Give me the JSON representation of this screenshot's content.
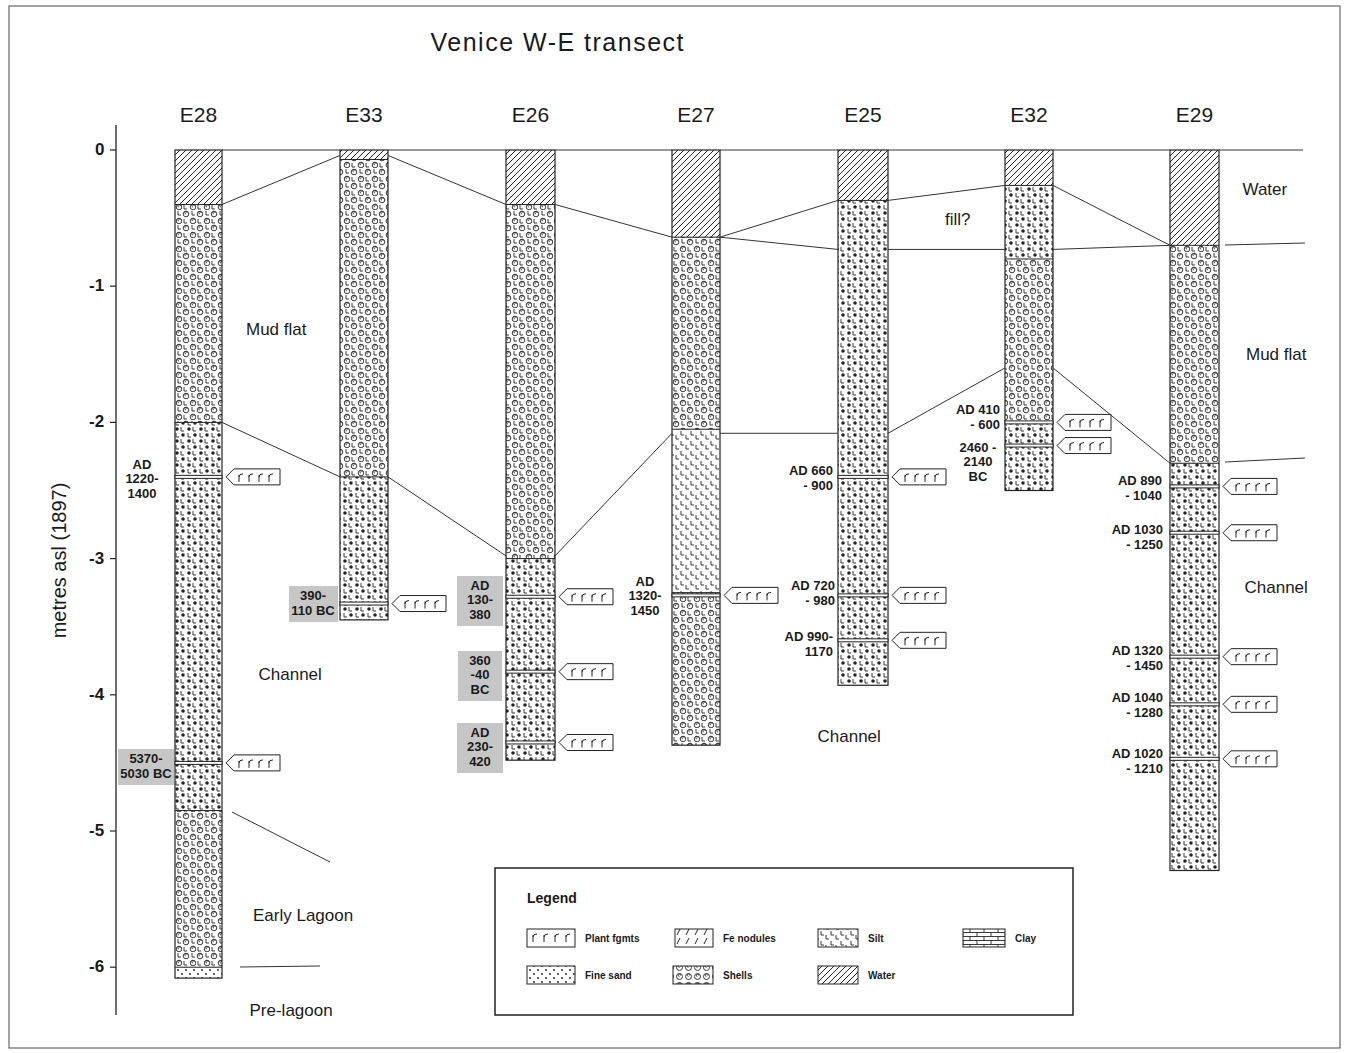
{
  "diagram": {
    "title": "Venice W-E transect",
    "nodes": [
      {
        "text": [
          "E28"
        ]
      },
      {
        "text": [
          "E33"
        ]
      },
      {
        "text": [
          "E26"
        ]
      },
      {
        "text": [
          "E27"
        ]
      },
      {
        "text": [
          "E25"
        ]
      },
      {
        "text": [
          "E32"
        ]
      },
      {
        "text": [
          "E29"
        ]
      },
      {
        "text": [
          "390- 110 BC"
        ]
      },
      {
        "text": [
          "AD 130- 380"
        ]
      },
      {
        "text": [
          "360 -40 BC"
        ]
      },
      {
        "text": [
          "AD 230- 420"
        ]
      },
      {
        "text": [
          "5370- 5030 BC"
        ]
      }
    ],
    "edges": [
      {
        "from": 0,
        "to": 1,
        "arrow": "none"
      },
      {
        "from": 1,
        "to": 2,
        "arrow": "none"
      },
      {
        "from": 2,
        "to": 3,
        "arrow": "none"
      },
      {
        "from": 3,
        "to": 4,
        "arrow": "none"
      },
      {
        "from": 4,
        "to": 5,
        "arrow": "none"
      },
      {
        "from": 5,
        "to": 6,
        "arrow": "none"
      },
      {
        "from": 0,
        "to": 1,
        "arrow": "none"
      },
      {
        "from": 1,
        "to": 2,
        "arrow": "none"
      },
      {
        "from": 2,
        "to": 3,
        "arrow": "none"
      },
      {
        "from": 3,
        "to": 4,
        "arrow": "none"
      },
      {
        "from": 3,
        "to": 4,
        "arrow": "none"
      },
      {
        "from": 4,
        "to": 5,
        "arrow": "none"
      },
      {
        "from": 4,
        "to": 5,
        "arrow": "none"
      },
      {
        "from": 5,
        "to": 6,
        "arrow": "none"
      },
      {
        "from": 5,
        "to": 6,
        "arrow": "none"
      },
      {
        "from": 0,
        "to": 1,
        "arrow": "none"
      },
      {
        "from": 1,
        "to": 2,
        "arrow": "none"
      },
      {
        "from": 2,
        "to": 3,
        "arrow": "none"
      },
      {
        "from": 3,
        "to": 4,
        "arrow": "none"
      },
      {
        "from": 4,
        "to": 5,
        "arrow": "none"
      },
      {
        "from": 5,
        "to": 6,
        "arrow": "none"
      }
    ],
    "labels": [
      "metres asl (1897)",
      "0",
      "-1",
      "-2",
      "-3",
      "-4",
      "-5",
      "-6",
      "Water",
      "fill?",
      "Mud flat",
      "Mud flat",
      "Channel",
      "Channel",
      "Channel",
      "Early Lagoon",
      "Pre-lagoon",
      "AD 1220- 1400",
      "AD 1320- 1450",
      "AD 660 - 900",
      "AD 720 - 980",
      "AD 990- 1170",
      "AD 410 - 600",
      "2460 - 2140 BC",
      "AD 890 - 1040",
      "AD 1030 - 1250",
      "AD 1320 - 1450",
      "AD 1040 - 1280",
      "AD 1020 - 1210",
      "Legend"
    ],
    "legend": [
      {
        "text": "Plant fgmts"
      },
      {
        "text": "Fe nodules"
      },
      {
        "text": "Silt"
      },
      {
        "text": "Clay"
      },
      {
        "text": "Fine sand"
      },
      {
        "text": "Shells"
      },
      {
        "text": "Water"
      }
    ]
  }
}
